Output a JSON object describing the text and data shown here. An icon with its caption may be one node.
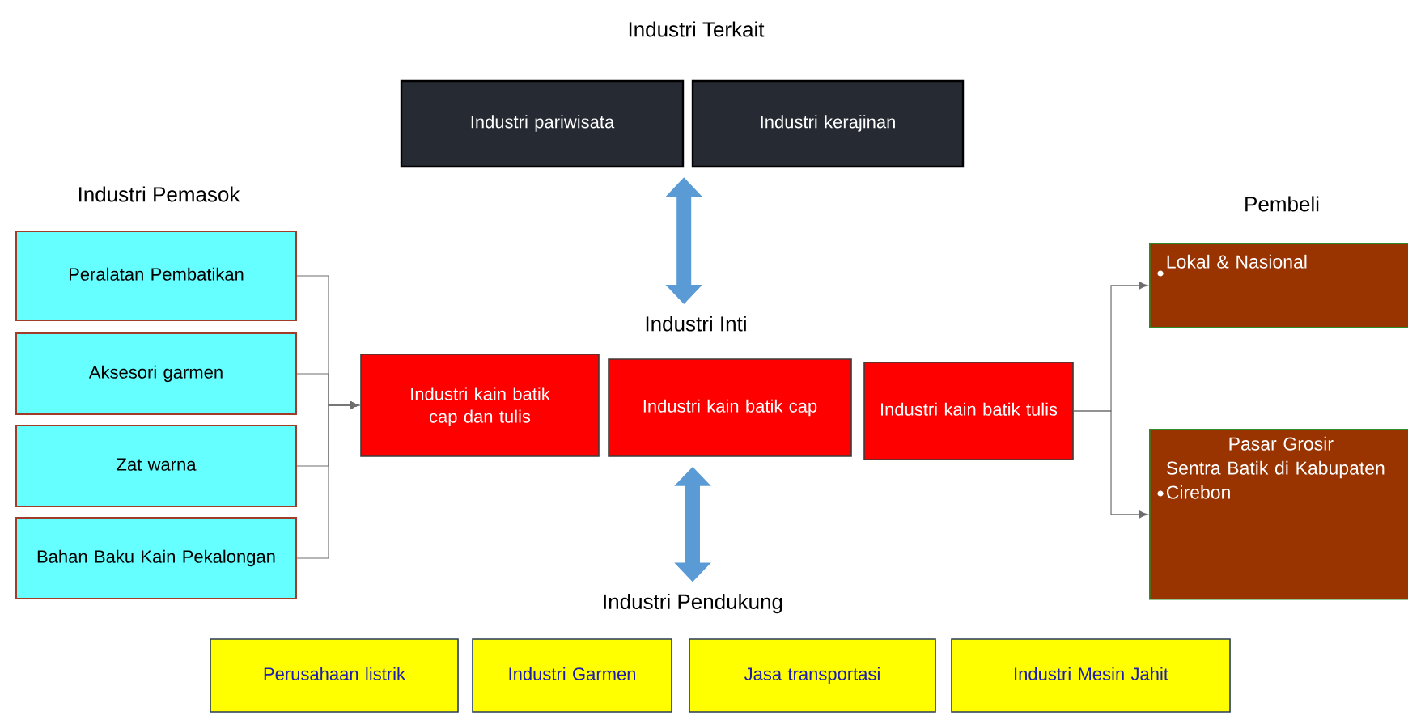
{
  "diagram": {
    "nodes": [
      {
        "text": [
          "Industri pariwisata"
        ]
      },
      {
        "text": [
          "Industri kerajinan"
        ]
      },
      {
        "text": [
          "Peralatan Pembatikan"
        ]
      },
      {
        "text": [
          "Aksesori garmen"
        ]
      },
      {
        "text": [
          "Zat warna"
        ]
      },
      {
        "text": [
          "Bahan Baku Kain Pekalongan"
        ]
      },
      {
        "text": [
          "Industri Inti"
        ]
      },
      {
        "text": [
          "Industri kain batik cap dan tulis"
        ]
      },
      {
        "text": [
          "Industri kain batik cap"
        ]
      },
      {
        "text": [
          "Industri kain batik tulis"
        ]
      },
      {
        "text": [
          "Lokal & Nasional"
        ]
      },
      {
        "text": [
          "Pasar Grosir",
          "Sentra Batik di Kabupaten Cirebon"
        ]
      },
      {
        "text": [
          "Industri Pendukung"
        ]
      },
      {
        "text": [
          "Perusahaan listrik"
        ]
      },
      {
        "text": [
          "Industri Garmen"
        ]
      },
      {
        "text": [
          "Jasa transportasi"
        ]
      },
      {
        "text": [
          "Industri Mesin Jahit"
        ]
      }
    ],
    "edges": [
      {
        "from": 2,
        "to": 7,
        "arrow": "to"
      },
      {
        "from": 3,
        "to": 7,
        "arrow": "to"
      },
      {
        "from": 4,
        "to": 7,
        "arrow": "to"
      },
      {
        "from": 5,
        "to": 7,
        "arrow": "to"
      },
      {
        "from": 9,
        "to": 10,
        "arrow": "to"
      },
      {
        "from": 9,
        "to": 11,
        "arrow": "to"
      },
      {
        "from": 6,
        "to": 0,
        "arrow": "both",
        "style": "thick",
        "color": "#5b9bd5"
      },
      {
        "from": 8,
        "to": 12,
        "arrow": "both",
        "style": "thick",
        "color": "#5b9bd5"
      }
    ],
    "labels": [
      "Industri Terkait",
      "Industri Pemasok",
      "Pembeli"
    ]
  }
}
